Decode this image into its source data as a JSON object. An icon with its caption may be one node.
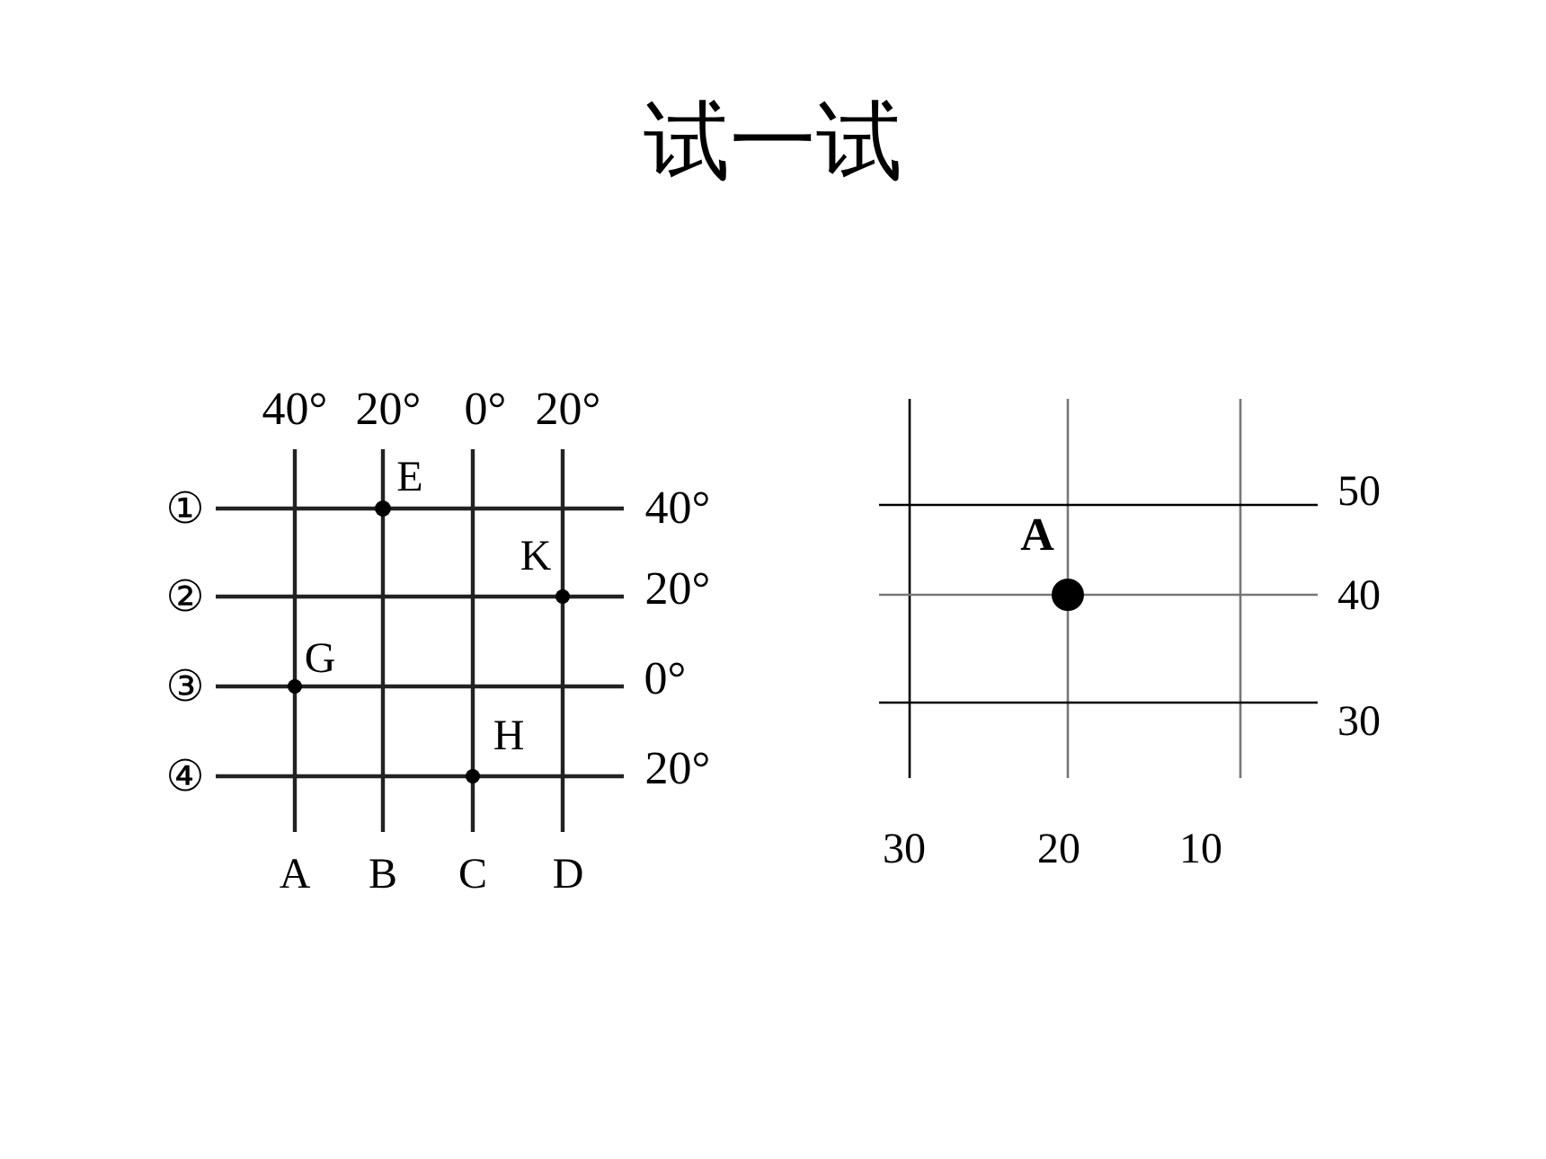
{
  "diagram": {
    "title": "试一试",
    "labels": [
      "40°",
      "20°",
      "0°",
      "20°",
      "①",
      "E",
      "40°",
      "K",
      "②",
      "20°",
      "G",
      "③",
      "0°",
      "H",
      "④",
      "20°",
      "A",
      "B",
      "C",
      "D",
      "50",
      "A",
      "40",
      "30",
      "30",
      "20",
      "10"
    ]
  }
}
